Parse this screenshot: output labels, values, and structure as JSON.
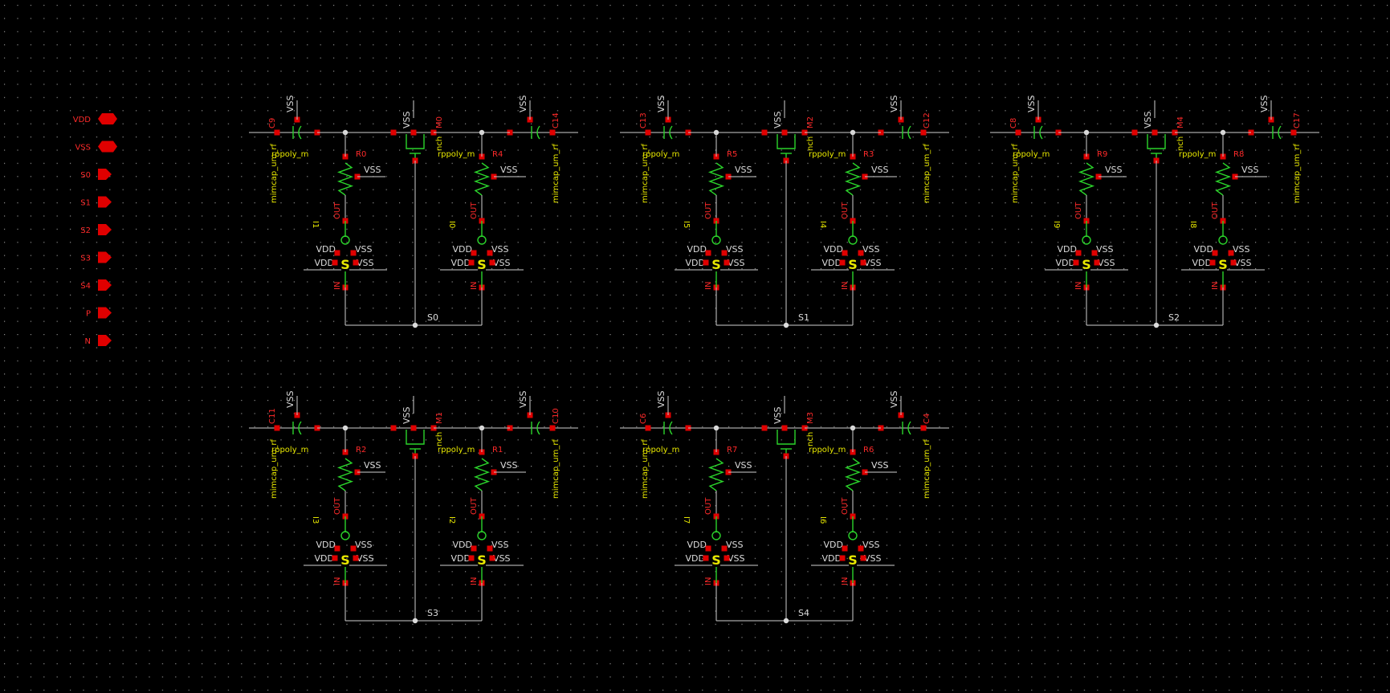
{
  "app": {
    "view": "schematic-editor",
    "background": "#000000",
    "grid_color": "#9a9a9a",
    "accent_red": "#e00000",
    "wire_color": "#cfcfcf",
    "device_color": "#2bd42b",
    "label_color": "#e8e800"
  },
  "pins": [
    {
      "label": "VDD",
      "shape": "inout"
    },
    {
      "label": "VSS",
      "shape": "inout"
    },
    {
      "label": "S0",
      "shape": "input"
    },
    {
      "label": "S1",
      "shape": "input"
    },
    {
      "label": "S2",
      "shape": "input"
    },
    {
      "label": "S3",
      "shape": "input"
    },
    {
      "label": "S4",
      "shape": "input"
    },
    {
      "label": "P",
      "shape": "input"
    },
    {
      "label": "N",
      "shape": "input"
    }
  ],
  "common": {
    "supply_vss": "VSS",
    "supply_vdd": "VDD",
    "resistor_model": "rppoly_m",
    "capacitor_model": "mimcap_um_rf",
    "mos_model": "nch",
    "buffer_out": "OUT",
    "buffer_in": "IN",
    "buffer_symbol": "S"
  },
  "cells": [
    {
      "sel": "S0",
      "capL": "C9",
      "capR": "C14",
      "res1": "R0",
      "res2": "R4",
      "mos": "M0",
      "inst1": "I1",
      "inst2": "I0"
    },
    {
      "sel": "S1",
      "capL": "C13",
      "capR": "C12",
      "res1": "R5",
      "res2": "R3",
      "mos": "M2",
      "inst1": "I5",
      "inst2": "I4"
    },
    {
      "sel": "S2",
      "capL": "C8",
      "capR": "C17",
      "res1": "R9",
      "res2": "R8",
      "mos": "M4",
      "inst1": "I9",
      "inst2": "I8"
    },
    {
      "sel": "S3",
      "capL": "C11",
      "capR": "C10",
      "res1": "R2",
      "res2": "R1",
      "mos": "M1",
      "inst1": "I3",
      "inst2": "I2"
    },
    {
      "sel": "S4",
      "capL": "C6",
      "capR": "C4",
      "res1": "R7",
      "res2": "R6",
      "mos": "M3",
      "inst1": "I7",
      "inst2": "I6"
    }
  ]
}
